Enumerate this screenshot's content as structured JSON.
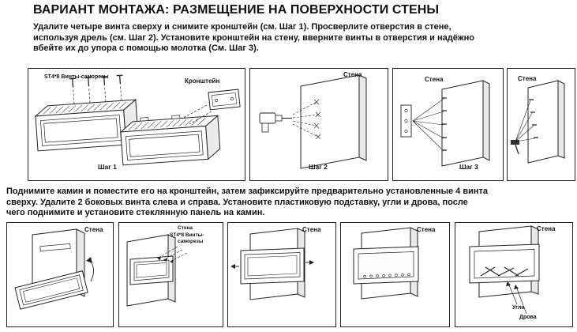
{
  "doc": {
    "title": "ВАРИАНТ МОНТАЖА: РАЗМЕЩЕНИЕ НА ПОВЕРХНОСТИ СТЕНЫ",
    "para1": "Удалите четыре винта сверху и снимите кронштейн (см. Шаг 1). Просверлите отверстия в стене,\nиспользуя дрель (см. Шаг 2). Установите кронштейн на стену, вверните винты в отверстия и надёжно\nвбейте их до упора с помощью молотка (См. Шаг 3).",
    "para2": "Поднимите камин и поместите его на кронштейн, затем зафиксируйте предварительно установленные 4 винта\nсверху. Удалите 2 боковых винта слева и справа. Установите пластиковую подставку, угли и дрова, после\nчего поднимите и установите стеклянную панель на камин."
  },
  "labels": {
    "screws": "ST4*8 Винты-саморезы",
    "screws_line1": "ST4*8 Винты-",
    "screws_line2": "саморезы",
    "bracket": "Кронштейн",
    "wall": "Стена",
    "step1": "Шаг 1",
    "step2": "Шаг 2",
    "step3": "Шаг 3",
    "coals": "Угли",
    "logs": "Дрова"
  },
  "colors": {
    "ink": "#1a1a1a",
    "paper": "#ffffff"
  }
}
